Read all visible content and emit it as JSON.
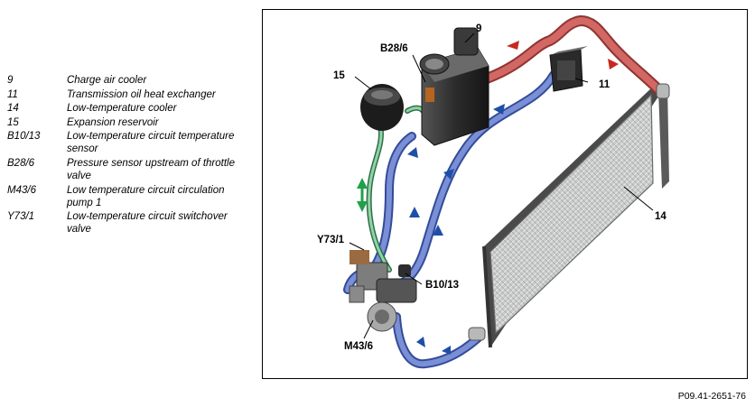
{
  "legend": [
    {
      "code": "9",
      "desc": "Charge air cooler"
    },
    {
      "code": "11",
      "desc": "Transmission oil heat exchanger"
    },
    {
      "code": "14",
      "desc": "Low-temperature cooler"
    },
    {
      "code": "15",
      "desc": "Expansion reservoir"
    },
    {
      "code": "B10/13",
      "desc": "Low-temperature circuit temperature sensor"
    },
    {
      "code": "B28/6",
      "desc": "Pressure sensor upstream of throttle valve"
    },
    {
      "code": "M43/6",
      "desc": "Low temperature circuit circulation pump 1"
    },
    {
      "code": "Y73/1",
      "desc": "Low-temperature circuit switchover valve"
    }
  ],
  "labels": {
    "charge_air_cooler": "9",
    "pressure_sensor": "B28/6",
    "expansion_reservoir": "15",
    "heat_exchanger": "11",
    "low_temp_cooler": "14",
    "switchover_valve": "Y73/1",
    "temp_sensor": "B10/13",
    "circulation_pump": "M43/6"
  },
  "diagram_ref": "P09.41-2651-76",
  "colors": {
    "hot_pipe": "#c9504e",
    "cold_pipe": "#5b6fc2",
    "reservoir_line": "#4d9b6a",
    "arrow_red": "#c8281e",
    "arrow_blue": "#1e4fa8",
    "arrow_green": "#21a04a"
  }
}
